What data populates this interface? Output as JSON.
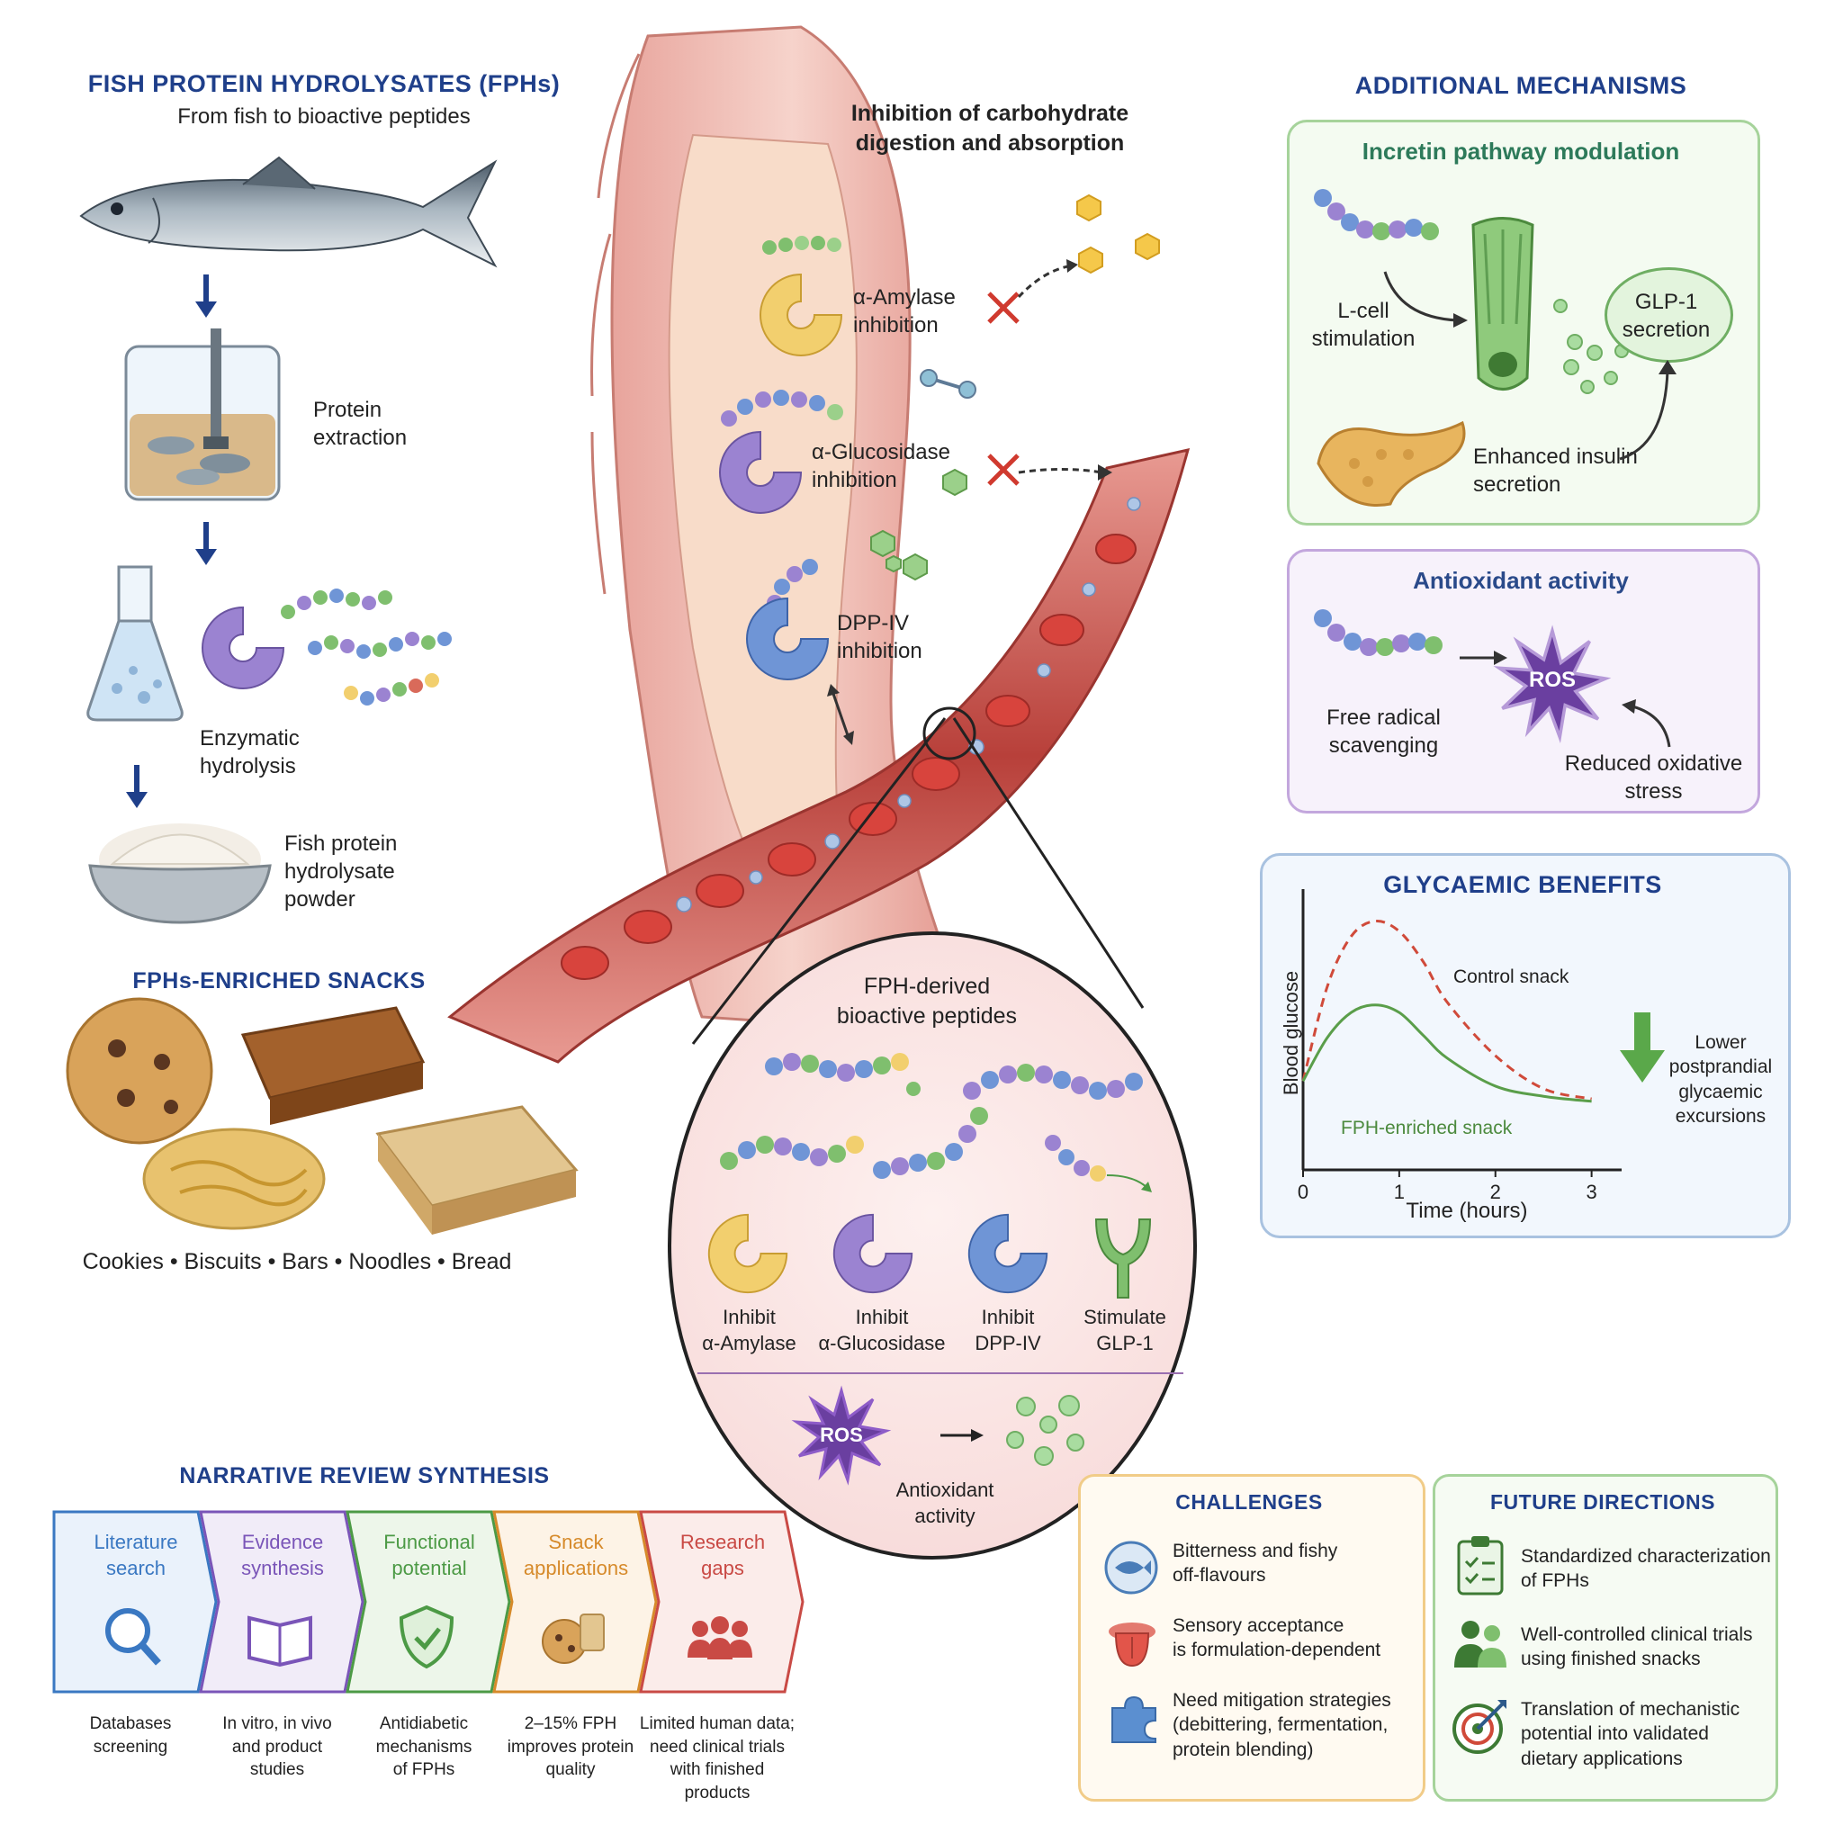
{
  "left": {
    "title": "FISH PROTEIN HYDROLYSATES (FPHs)",
    "subtitle": "From fish to bioactive peptides",
    "steps": [
      {
        "label_l1": "Protein",
        "label_l2": "extraction"
      },
      {
        "label_l1": "Enzymatic",
        "label_l2": "hydrolysis"
      },
      {
        "label_l1": "Fish protein",
        "label_l2": "hydrolysate",
        "label_l3": "powder"
      }
    ],
    "snacks_title": "FPHs-ENRICHED SNACKS",
    "snacks_caption": "Cookies • Biscuits • Bars • Noodles • Bread"
  },
  "center": {
    "title_l1": "Inhibition of carbohydrate",
    "title_l2": "digestion and absorption",
    "amylase": {
      "l1": "α-Amylase",
      "l2": "inhibition"
    },
    "glucosidase": {
      "l1": "α-Glucosidase",
      "l2": "inhibition"
    },
    "dpp": {
      "l1": "DPP-IV",
      "l2": "inhibition"
    },
    "zoom": {
      "title_l1": "FPH-derived",
      "title_l2": "bioactive peptides",
      "actions": [
        {
          "l1": "Inhibit",
          "l2": "α-Amylase",
          "color": "#f2cf6e"
        },
        {
          "l1": "Inhibit",
          "l2": "α-Glucosidase",
          "color": "#9b83d1"
        },
        {
          "l1": "Inhibit",
          "l2": "DPP-IV",
          "color": "#6f95d6"
        },
        {
          "l1": "Stimulate",
          "l2": "GLP-1",
          "color": "#7fbf6e"
        }
      ],
      "ros": "ROS",
      "antioxidant_l1": "Antioxidant",
      "antioxidant_l2": "activity"
    }
  },
  "right": {
    "title": "ADDITIONAL MECHANISMS",
    "incretin": {
      "title": "Incretin pathway modulation",
      "lcell_l1": "L-cell",
      "lcell_l2": "stimulation",
      "glp_l1": "GLP-1",
      "glp_l2": "secretion",
      "insulin_l1": "Enhanced insulin",
      "insulin_l2": "secretion"
    },
    "antioxidant": {
      "title": "Antioxidant activity",
      "ros": "ROS",
      "scav_l1": "Free radical",
      "scav_l2": "scavenging",
      "reduced_l1": "Reduced oxidative",
      "reduced_l2": "stress"
    },
    "glycaemic": {
      "title": "GLYCAEMIC BENEFITS",
      "ylabel": "Blood glucose",
      "xlabel": "Time (hours)",
      "ticks": [
        "0",
        "1",
        "2",
        "3"
      ],
      "control_label": "Control snack",
      "fph_label": "FPH-enriched snack",
      "benefit_l1": "Lower",
      "benefit_l2": "postprandial",
      "benefit_l3": "glycaemic",
      "benefit_l4": "excursions"
    }
  },
  "chart_data": {
    "type": "line",
    "xlabel": "Time (hours)",
    "ylabel": "Blood glucose",
    "xlim": [
      0,
      3.2
    ],
    "x_ticks": [
      0,
      1,
      2,
      3
    ],
    "series": [
      {
        "name": "Control snack",
        "style": "dashed",
        "color": "#d04a3a",
        "x": [
          0,
          0.25,
          0.5,
          0.75,
          1.0,
          1.25,
          1.5,
          2.0,
          2.5,
          3.0
        ],
        "y": [
          0.35,
          0.72,
          0.92,
          0.98,
          0.94,
          0.82,
          0.66,
          0.45,
          0.32,
          0.28
        ]
      },
      {
        "name": "FPH-enriched snack",
        "style": "solid",
        "color": "#5a9e4a",
        "x": [
          0,
          0.25,
          0.5,
          0.75,
          1.0,
          1.25,
          1.5,
          2.0,
          2.5,
          3.0
        ],
        "y": [
          0.35,
          0.52,
          0.62,
          0.65,
          0.62,
          0.53,
          0.44,
          0.33,
          0.29,
          0.27
        ]
      }
    ],
    "annotation": "Lower postprandial glycaemic excursions"
  },
  "bottom": {
    "synthesis_title": "NARRATIVE REVIEW SYNTHESIS",
    "chevrons": [
      {
        "l1": "Literature",
        "l2": "search",
        "d1": "Databases",
        "d2": "screening",
        "d3": "",
        "d4": "",
        "color": "#3a78c2",
        "bg": "#eaf2fb",
        "icon": "magnifier-icon"
      },
      {
        "l1": "Evidence",
        "l2": "synthesis",
        "d1": "In vitro, in vivo",
        "d2": "and product",
        "d3": "studies",
        "d4": "",
        "color": "#7a55b8",
        "bg": "#f1ecf8",
        "icon": "book-icon"
      },
      {
        "l1": "Functional",
        "l2": "potential",
        "d1": "Antidiabetic",
        "d2": "mechanisms",
        "d3": "of FPHs",
        "d4": "",
        "color": "#4c9a45",
        "bg": "#edf6ea",
        "icon": "shield-check-icon"
      },
      {
        "l1": "Snack",
        "l2": "applications",
        "d1": "2–15% FPH",
        "d2": "improves protein",
        "d3": "quality",
        "d4": "",
        "color": "#d68a2a",
        "bg": "#fdf3e6",
        "icon": "cookie-icon"
      },
      {
        "l1": "Research",
        "l2": "gaps",
        "d1": "Limited human data;",
        "d2": "need clinical trials",
        "d3": "with finished",
        "d4": "products",
        "color": "#c94a45",
        "bg": "#fbecea",
        "icon": "people-icon"
      }
    ],
    "challenges": {
      "title": "CHALLENGES",
      "items": [
        {
          "l1": "Bitterness and fishy",
          "l2": "off-flavours",
          "l3": ""
        },
        {
          "l1": "Sensory acceptance",
          "l2": "is formulation-dependent",
          "l3": ""
        },
        {
          "l1": "Need mitigation strategies",
          "l2": "(debittering, fermentation,",
          "l3": "protein blending)"
        }
      ]
    },
    "future": {
      "title": "FUTURE DIRECTIONS",
      "items": [
        {
          "l1": "Standardized characterization",
          "l2": "of FPHs",
          "l3": ""
        },
        {
          "l1": "Well-controlled clinical trials",
          "l2": "using finished snacks",
          "l3": ""
        },
        {
          "l1": "Translation of mechanistic",
          "l2": "potential into validated",
          "l3": "dietary applications"
        }
      ]
    }
  }
}
